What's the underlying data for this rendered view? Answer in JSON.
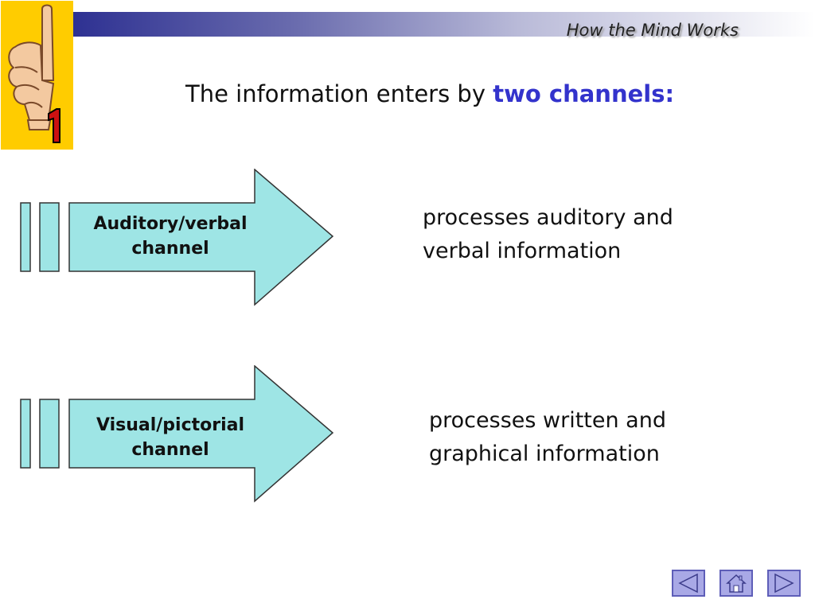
{
  "header": {
    "title": "How the Mind Works"
  },
  "logo": {
    "icon": "pointing-finger-one-icon",
    "digit": "1",
    "background": "#ffcc00"
  },
  "main": {
    "title_prefix": "The information enters by ",
    "title_highlight": "two channels:",
    "highlight_color": "#3333cc",
    "channels": [
      {
        "label_line1": "Auditory/verbal",
        "label_line2": "channel",
        "desc_line1": "processes auditory and",
        "desc_line2": "verbal information"
      },
      {
        "label_line1": "Visual/pictorial",
        "label_line2": "channel",
        "desc_line1": "processes written and",
        "desc_line2": "graphical information"
      }
    ],
    "arrow_color": "#9ee5e5"
  },
  "nav": {
    "buttons": [
      {
        "icon": "back-arrow-icon"
      },
      {
        "icon": "home-icon"
      },
      {
        "icon": "forward-arrow-icon"
      }
    ],
    "button_color": "#a9a9e6"
  }
}
